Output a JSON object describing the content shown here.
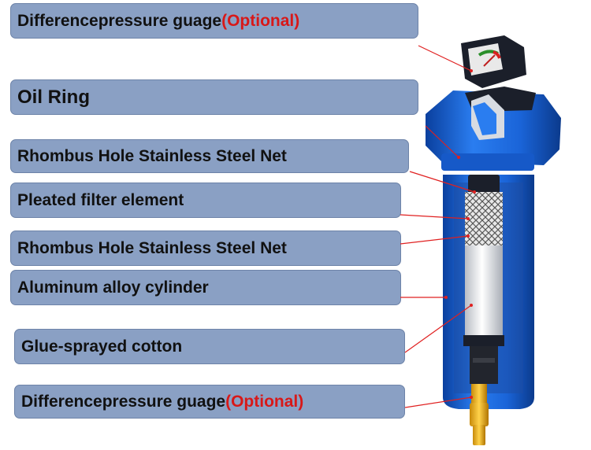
{
  "labels": {
    "top_gauge": {
      "text": "Differencepressure guage",
      "optional": "(Optional)"
    },
    "oil_ring": "Oil Ring",
    "rhombus_net_1": "Rhombus Hole Stainless Steel Net",
    "pleated_element": "Pleated filter element",
    "rhombus_net_2": "Rhombus Hole Stainless Steel Net",
    "aluminum_cylinder": "Aluminum alloy cylinder",
    "glue_cotton": "Glue-sprayed cotton",
    "bottom_gauge": {
      "text": "Differencepressure guage",
      "optional": "(Optional)"
    }
  },
  "colors": {
    "label_fill": "#8aa0c4",
    "optional_text": "#d81818",
    "housing_blue": "#1f6fe0",
    "leader_line": "#e02020"
  }
}
